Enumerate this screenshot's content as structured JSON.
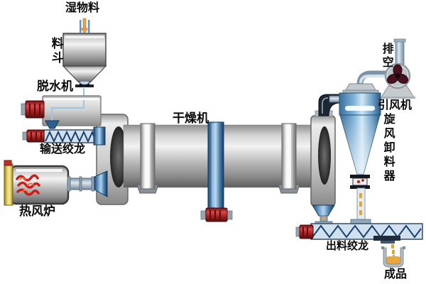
{
  "diagram": {
    "type": "rotary-dryer-process-flow",
    "labels": {
      "wet_material": "湿物料",
      "hopper": "料斗",
      "dewatering_machine": "脱水机",
      "feed_screw_conveyor": "输送绞龙",
      "hot_air_furnace": "热风炉",
      "dryer": "干燥机",
      "exhaust": "排空",
      "induced_draft_fan": "引风机",
      "cyclone_discharger": "旋风卸料器",
      "discharge_screw_conveyor": "出料绞龙",
      "finished_product": "成品"
    },
    "colors": {
      "background": "#ffffff",
      "metal_gray": "#c2c2c2",
      "drum_shadow": "#5e5e5e",
      "accent_blue": "#2d5f8e",
      "conveyor_tube": "#cfe0ef",
      "screw_zigzag": "#1c3e6e",
      "cyclone_blue": "#7fb2d6",
      "motor_red": "#a82424",
      "flame_red": "#c81e1e",
      "furnace_yellow": "#ecd564",
      "material_orange": "#dca743",
      "label_text": "#0a0a0a"
    }
  }
}
